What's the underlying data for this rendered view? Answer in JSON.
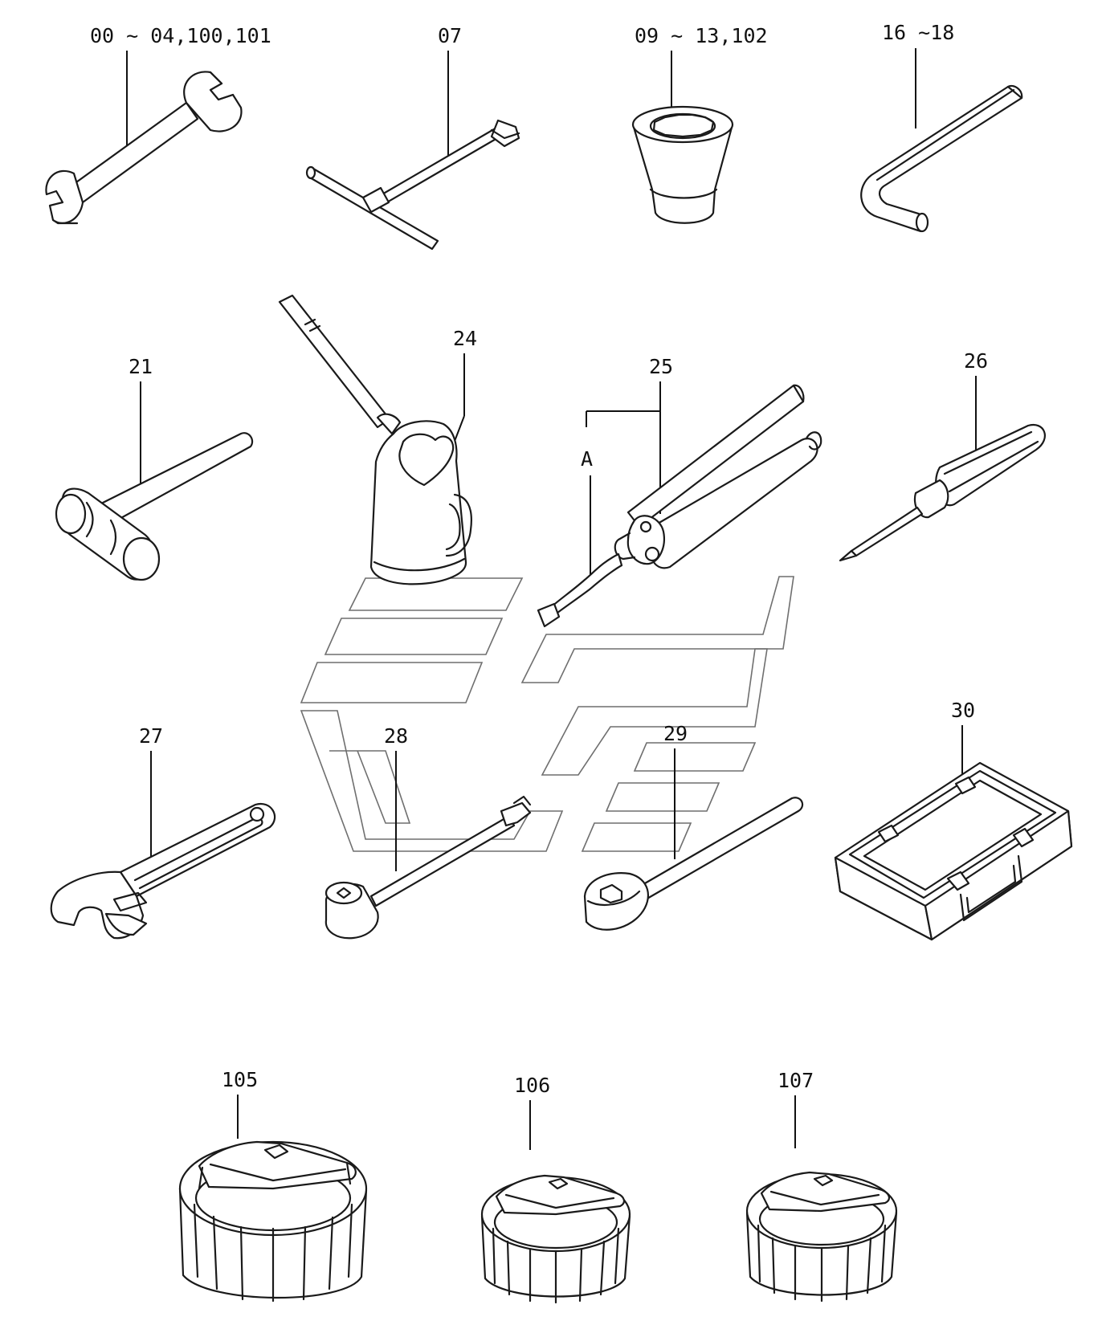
{
  "callouts": {
    "wrench_open_end": "00 ~ 04,100,101",
    "t_handle": "07",
    "socket": "09 ~ 13,102",
    "hex_key": "16 ~18",
    "hammer": "21",
    "oil_can": "24",
    "grease_gun": "25",
    "grease_gun_ref": "A",
    "screwdriver": "26",
    "adjustable_wrench": "27",
    "extension_bar": "28",
    "ratchet": "29",
    "tool_box": "30",
    "filter_wrench_1": "105",
    "filter_wrench_2": "106",
    "filter_wrench_3": "107"
  },
  "icons": [
    "open-end-wrench-icon",
    "t-handle-wrench-icon",
    "socket-icon",
    "hex-key-icon",
    "hammer-icon",
    "oil-can-icon",
    "grease-gun-icon",
    "screwdriver-icon",
    "adjustable-wrench-icon",
    "extension-bar-icon",
    "ratchet-handle-icon",
    "tool-box-icon",
    "filter-wrench-icon"
  ]
}
